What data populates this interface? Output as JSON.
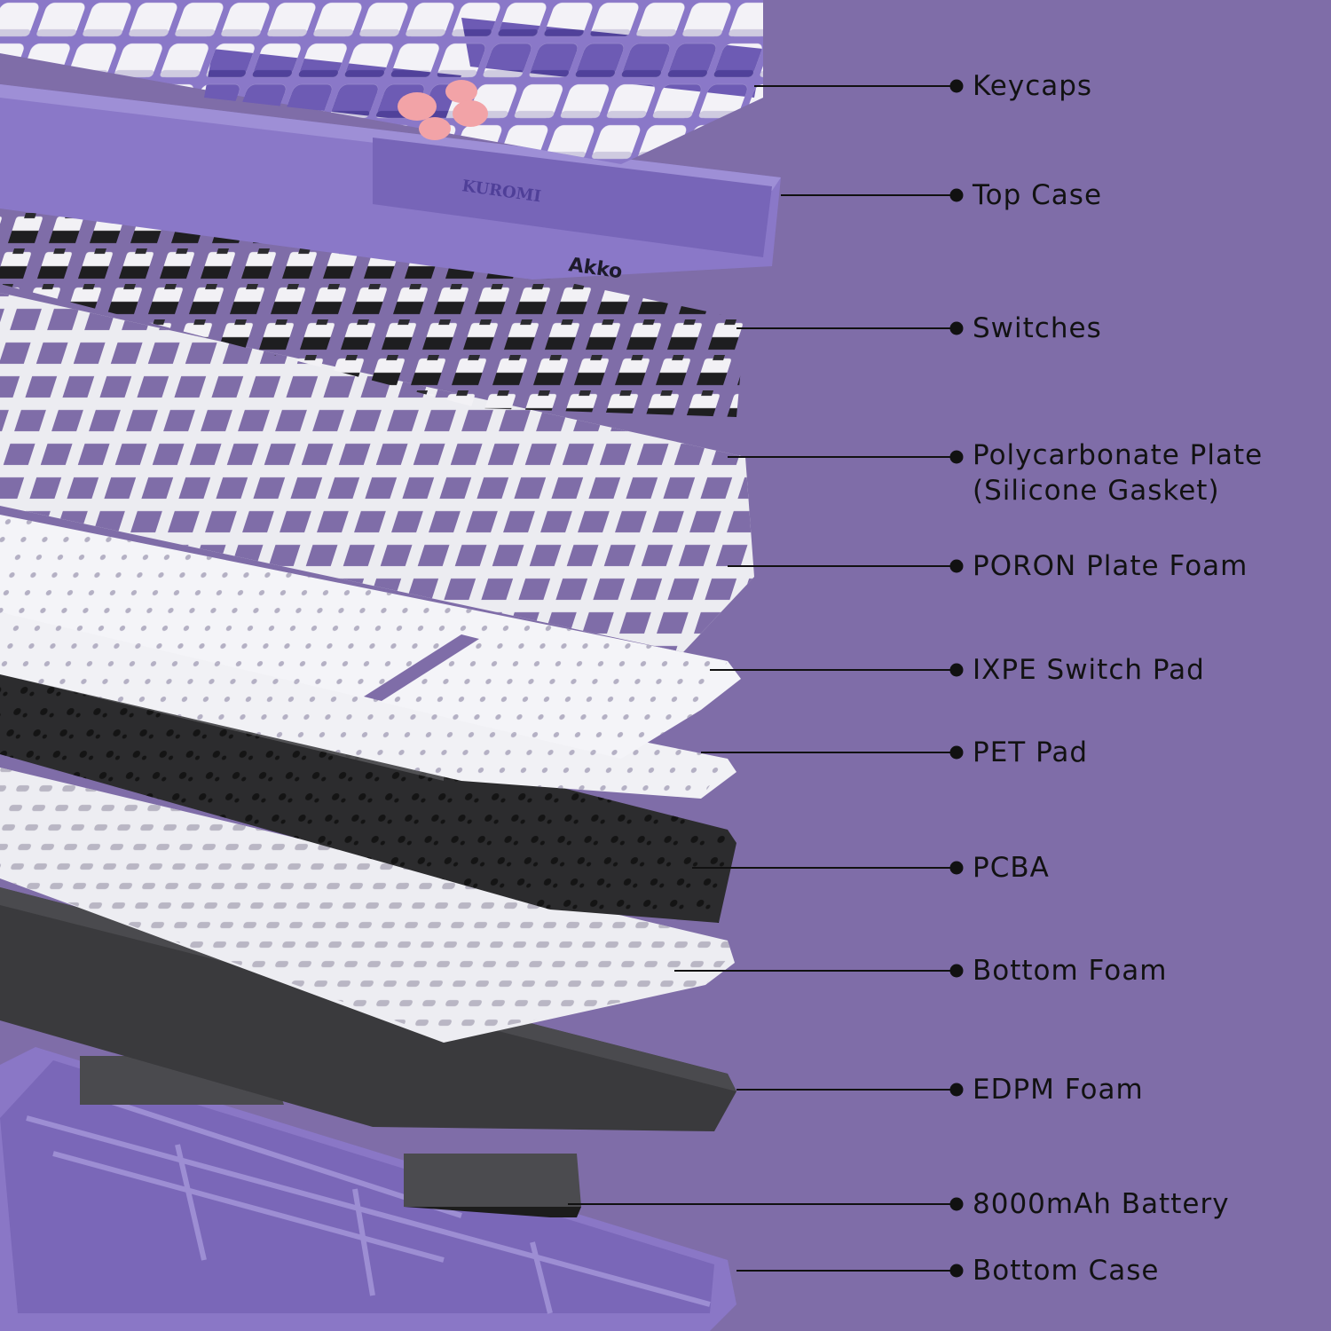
{
  "colors": {
    "background": "#7f6da8",
    "case_purple": "#8a77c6",
    "plate_white": "#efeff3",
    "pcb_black": "#2a2a2c",
    "foam_grey": "#3c3c3e"
  },
  "brand_mark": "Akko",
  "keycap_mark": "KUROMI",
  "labels": [
    {
      "id": "keycaps",
      "text": "Keycaps"
    },
    {
      "id": "top-case",
      "text": "Top Case"
    },
    {
      "id": "switches",
      "text": "Switches"
    },
    {
      "id": "polycarbonate-plate",
      "text": "Polycarbonate Plate",
      "text2": "(Silicone Gasket)"
    },
    {
      "id": "poron-plate-foam",
      "text": "PORON Plate Foam"
    },
    {
      "id": "ixpe-switch-pad",
      "text": "IXPE Switch Pad"
    },
    {
      "id": "pet-pad",
      "text": "PET Pad"
    },
    {
      "id": "pcba",
      "text": "PCBA"
    },
    {
      "id": "bottom-foam",
      "text": "Bottom Foam"
    },
    {
      "id": "edpm-foam",
      "text": "EDPM Foam"
    },
    {
      "id": "battery",
      "text": "8000mAh Battery"
    },
    {
      "id": "bottom-case",
      "text": "Bottom Case"
    }
  ]
}
